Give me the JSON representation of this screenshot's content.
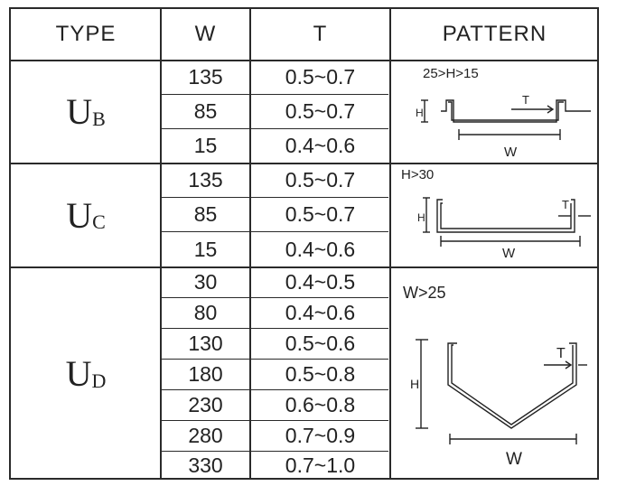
{
  "headers": {
    "type": "TYPE",
    "w": "W",
    "t": "T",
    "pattern": "PATTERN"
  },
  "groups": [
    {
      "type_main": "U",
      "type_sub": "B",
      "rows": [
        {
          "w": "135",
          "t": "0.5~0.7"
        },
        {
          "w": "85",
          "t": "0.5~0.7"
        },
        {
          "w": "15",
          "t": "0.4~0.6"
        }
      ],
      "pattern": {
        "condition": "25>H>15",
        "h": "H",
        "t": "T",
        "w": "W"
      }
    },
    {
      "type_main": "U",
      "type_sub": "C",
      "rows": [
        {
          "w": "135",
          "t": "0.5~0.7"
        },
        {
          "w": "85",
          "t": "0.5~0.7"
        },
        {
          "w": "15",
          "t": "0.4~0.6"
        }
      ],
      "pattern": {
        "condition": "H>30",
        "h": "H",
        "t": "T",
        "w": "W"
      }
    },
    {
      "type_main": "U",
      "type_sub": "D",
      "rows": [
        {
          "w": "30",
          "t": "0.4~0.5"
        },
        {
          "w": "80",
          "t": "0.4~0.6"
        },
        {
          "w": "130",
          "t": "0.5~0.6"
        },
        {
          "w": "180",
          "t": "0.5~0.8"
        },
        {
          "w": "230",
          "t": "0.6~0.8"
        },
        {
          "w": "280",
          "t": "0.7~0.9"
        },
        {
          "w": "330",
          "t": "0.7~1.0"
        }
      ],
      "pattern": {
        "condition": "W>25",
        "h": "H",
        "t": "T",
        "w": "W"
      }
    }
  ]
}
